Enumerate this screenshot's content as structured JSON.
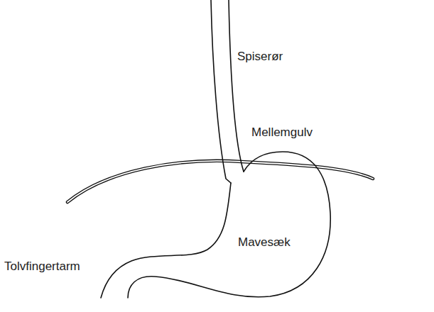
{
  "diagram": {
    "labels": [
      "Spiserør",
      "Mellemgulv",
      "Mavesæk",
      "Tolvfingertarm"
    ]
  }
}
